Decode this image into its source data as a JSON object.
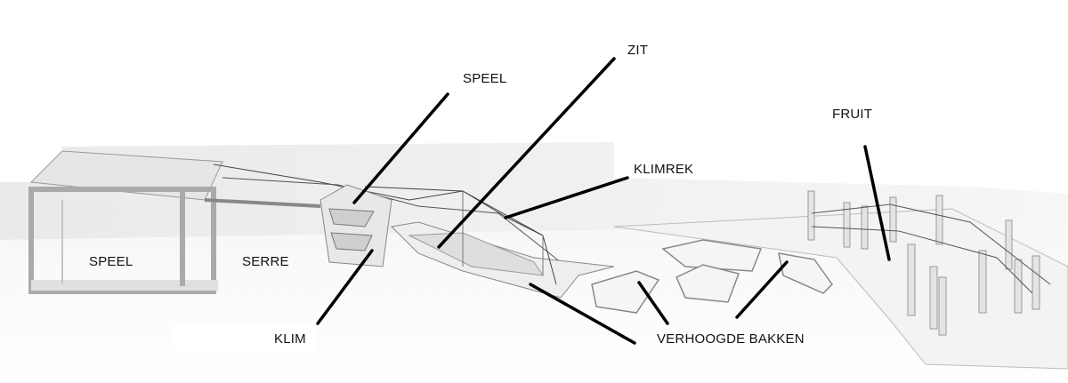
{
  "labels": {
    "speel_top": "SPEEL",
    "zit": "ZIT",
    "klimrek": "KLIMREK",
    "fruit": "FRUIT",
    "speel_inside": "SPEEL",
    "serre": "SERRE",
    "klim": "KLIM",
    "verhoogde_bakken": "VERHOOGDE BAKKEN"
  },
  "colors": {
    "leader_line": "#000000",
    "wall": "#dcdcdc",
    "ground": "#f2f2f2"
  }
}
